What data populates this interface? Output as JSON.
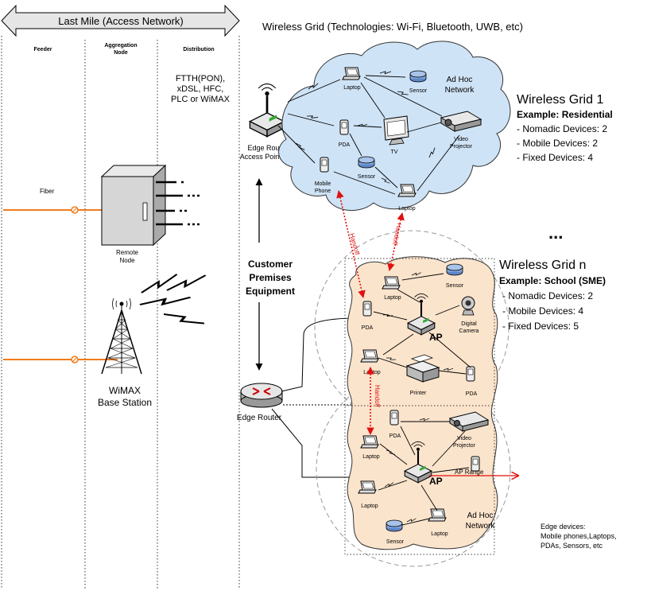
{
  "header": {
    "last_mile": "Last Mile (Access Network)",
    "wireless_grid": "Wireless Grid (Technologies: Wi-Fi, Bluetooth, UWB, etc)"
  },
  "columns": {
    "feeder": "Feeder",
    "aggregation_1": "Aggregation",
    "aggregation_2": "Node",
    "distribution": "Distribution"
  },
  "distribution_tech": [
    "FTTH(PON),",
    "xDSL, HFC,",
    "PLC or WiMAX"
  ],
  "left": {
    "fiber": "Fiber",
    "remote_node_1": "Remote",
    "remote_node_2": "Node",
    "wimax_1": "WiMAX",
    "wimax_2": "Base Station"
  },
  "middle": {
    "edge_router_ap_1": "Edge Router/",
    "edge_router_ap_2": "Access Point (AP)",
    "cpe_1": "Customer",
    "cpe_2": "Premises",
    "cpe_3": "Equipment",
    "edge_router": "Edge Router"
  },
  "grid1": {
    "title": "Wireless Grid 1",
    "example": "Example: Residential",
    "items": [
      "- Nomadic Devices: 2",
      "- Mobile Devices: 2",
      "- Fixed Devices: 4"
    ],
    "adhoc_1": "Ad Hoc",
    "adhoc_2": "Network",
    "laptop": "Laptop",
    "sensor": "Sensor",
    "pda": "PDA",
    "tv": "TV",
    "video_1": "Video",
    "video_2": "Projector",
    "sensor2": "Sensor",
    "mobile_1": "Mobile",
    "mobile_2": "Phone",
    "laptop2": "Laptop"
  },
  "ellipsis": "...",
  "gridn": {
    "title": "Wireless Grid n",
    "example": "Example: School (SME)",
    "items": [
      "- Nomadic Devices: 2",
      "- Mobile Devices: 4",
      "- Fixed Devices: 5"
    ],
    "laptop": "Laptop",
    "sensor": "Sensor",
    "pda": "PDA",
    "ap": "AP",
    "camera_1": "Digital",
    "camera_2": "Camera",
    "laptop2": "Laptop",
    "printer": "Printer",
    "pda2": "PDA",
    "pda3": "PDA",
    "video_1": "Video",
    "video_2": "Projector",
    "laptop3": "Laptop",
    "ap2": "AP",
    "ap_range": "AP Range",
    "laptop4": "Laptop",
    "sensor2": "Sensor",
    "laptop5": "Laptop",
    "adhoc_1": "Ad Hoc",
    "adhoc_2": "Network"
  },
  "handoff": "Handoff",
  "edge_devices": [
    "Edge devices:",
    "Mobile phones,Laptops,",
    "PDAs, Sensors, etc"
  ],
  "colors": {
    "cloud_blue": "#cfe3f6",
    "cloud_peach": "#fbe4cc",
    "fiber_orange": "#f07c1c",
    "handoff_red": "#e01010"
  }
}
